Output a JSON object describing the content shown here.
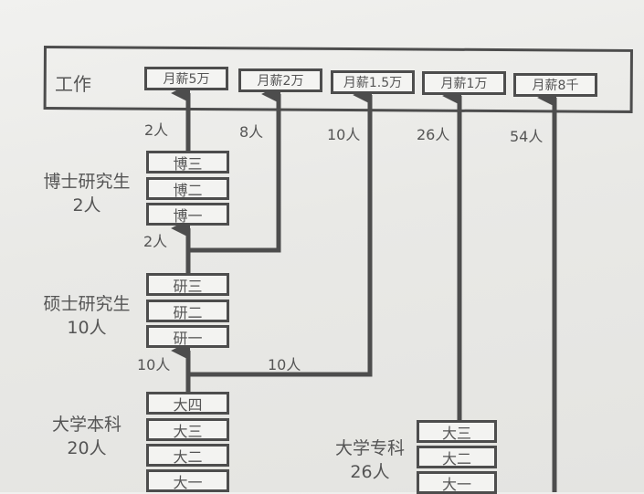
{
  "work": {
    "label": "工作",
    "salaries": [
      {
        "label": "月薪5万",
        "count": "2人"
      },
      {
        "label": "月薪2万",
        "count": "8人"
      },
      {
        "label": "月薪1.5万",
        "count": "10人"
      },
      {
        "label": "月薪1万",
        "count": "26人"
      },
      {
        "label": "月薪8千",
        "count": "54人"
      }
    ]
  },
  "phd": {
    "name": "博士研究生",
    "total": "2人",
    "years": [
      "博三",
      "博二",
      "博一"
    ],
    "entry_count": "2人"
  },
  "master": {
    "name": "硕士研究生",
    "total": "10人",
    "years": [
      "研三",
      "研二",
      "研一"
    ],
    "entry_count": "10人",
    "exit_to_work_count": "10人"
  },
  "bachelor": {
    "name": "大学本科",
    "total": "20人",
    "years": [
      "大四",
      "大三",
      "大二",
      "大一"
    ]
  },
  "college": {
    "name": "大学专科",
    "total": "26人",
    "years": [
      "大三",
      "大二",
      "大一"
    ]
  },
  "colors": {
    "line": "#4d4d4d",
    "text": "#555555",
    "paper": "#ececea"
  }
}
